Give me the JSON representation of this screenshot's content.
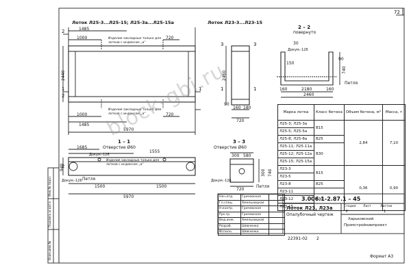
{
  "page_number": "72",
  "top_view": {
    "title": "Лоток Л25-3...Л25-15; Л25-3а...Л25-15а",
    "dims_top": [
      "1485",
      "1000",
      "720"
    ],
    "dims_bottom": [
      "1000",
      "720",
      "1485"
    ],
    "overall": "5970",
    "height_left": "2440",
    "note_top": "Изделия закладные только для лотков с индексом „а“",
    "note_bottom": "Изделия закладные только для лотков с индексом „а“",
    "markers": [
      "2",
      "1",
      "2",
      "1"
    ]
  },
  "end_view": {
    "title": "Лоток Л23-3...Л23-15",
    "markers": [
      "3",
      "1",
      "3",
      "1"
    ],
    "dims": [
      "2460",
      "90",
      "160",
      "180",
      "720"
    ]
  },
  "section_22": {
    "title": "2 – 2",
    "subtitle": "повернуто",
    "labels": [
      "30",
      "Докум.-126",
      "150",
      "Петля"
    ],
    "dims": [
      "160",
      "2180",
      "160",
      "2460",
      "740",
      "90"
    ]
  },
  "section_11": {
    "title": "1 – 1",
    "opening": "Отверстие Ø60",
    "dims_top": [
      "1685",
      "1555"
    ],
    "note": "Изделия закладные только для лотков с индексом „а“",
    "doc_labels": [
      "Докум.-126",
      "Докум.-126"
    ],
    "loop": "Петля",
    "dims_bottom": [
      "1500",
      "1500"
    ],
    "overall": "5970",
    "left_dims": [
      "940",
      "2"
    ]
  },
  "section_33": {
    "title": "3 – 3",
    "opening": "Отверстие Ø60",
    "dims": [
      "300",
      "580",
      "720",
      "300",
      "740"
    ],
    "doc": "Докум.-126",
    "loop": "Петля"
  },
  "spec_table": {
    "headers": [
      "Марка лотка",
      "Класс бетона",
      "Объем бетона, м³",
      "Масса, т"
    ],
    "group1": {
      "marks": [
        "Л25-3; Л25-3а",
        "Л25-5; Л25-5а",
        "Л25-8; Л25-8а",
        "Л25-11; Л25-11а",
        "Л25-12; Л25-12а",
        "Л25-15; Л25-15а"
      ],
      "classes": [
        "В15",
        "В25",
        "В30"
      ],
      "volume": "2,84",
      "mass": "7,10"
    },
    "group2": {
      "marks": [
        "Л23-3",
        "Л23-5",
        "Л23-8",
        "Л23-11",
        "Л23-12",
        "Л23-15"
      ],
      "classes": [
        "В15",
        "В25",
        "В30"
      ],
      "volume": "0,36",
      "mass": "0,90"
    }
  },
  "title_block": {
    "code": "3.006.1-2.87.1 – 45",
    "name_line1": "Лоток Л23, Л23а",
    "name_line2": "Опалубочный чертеж",
    "stage_headers": [
      "Стадия",
      "Лист",
      "Листов"
    ],
    "stage_values": [
      "Р",
      "",
      "1"
    ],
    "org_line1": "Харьковский",
    "org_line2": "Промстройниипроект",
    "roles": [
      "Нач.отд.",
      "Гл.спец.",
      "Н.контр.",
      "Рук.гр.",
      "Вед.инж.",
      "Разраб.",
      "Исполн."
    ],
    "names": [
      "Гричевская",
      "Хмельницкая",
      "Гричевская",
      "Гричевская",
      "Хмельницкая",
      "Шевченко",
      "Шевченко"
    ],
    "left_strip": [
      "Инв.№ подл.",
      "Подпись и дата",
      "Взам.инв.№"
    ]
  },
  "bottom": {
    "archive": "22391-02",
    "sheet": "2",
    "format": "Формат А3"
  },
  "watermark": "block-gbi.ru"
}
